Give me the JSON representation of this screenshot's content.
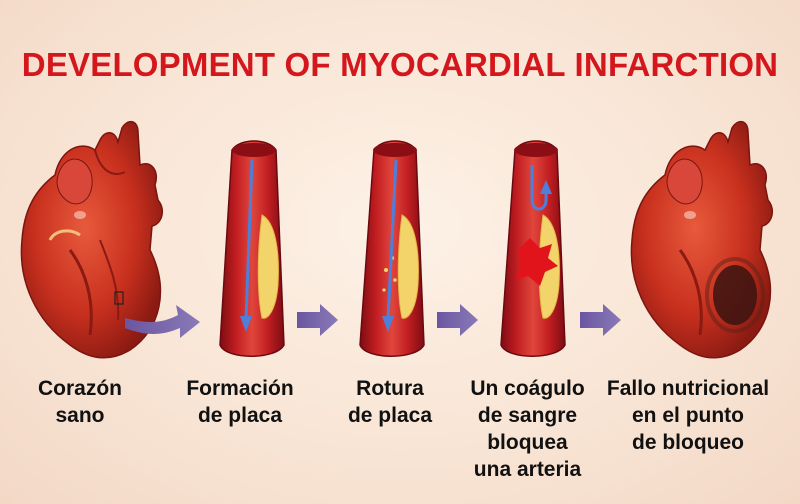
{
  "title": "DEVELOPMENT OF MYOCARDIAL INFARCTION",
  "stages": [
    {
      "name": "heart-healthy",
      "caption_lines": [
        "Corazón",
        "sano"
      ]
    },
    {
      "name": "plaque-formation",
      "caption_lines": [
        "Formación",
        "de placa"
      ]
    },
    {
      "name": "plaque-rupture",
      "caption_lines": [
        "Rotura",
        "de placa"
      ]
    },
    {
      "name": "clot-blockage",
      "caption_lines": [
        "Un coágulo",
        "de sangre",
        "bloquea",
        "una arteria"
      ]
    },
    {
      "name": "heart-infarct",
      "caption_lines": [
        "Fallo nutricional",
        "en el punto",
        "de bloqueo"
      ]
    }
  ],
  "colors": {
    "title": "#d4171d",
    "heart": "#c8301e",
    "vessel": "#a8141c",
    "plaque": "#f3d46a",
    "flow": "#4f7fd8",
    "arrow": "#7b64a8",
    "infarct": "#3a1410",
    "clot": "#e1141c"
  }
}
